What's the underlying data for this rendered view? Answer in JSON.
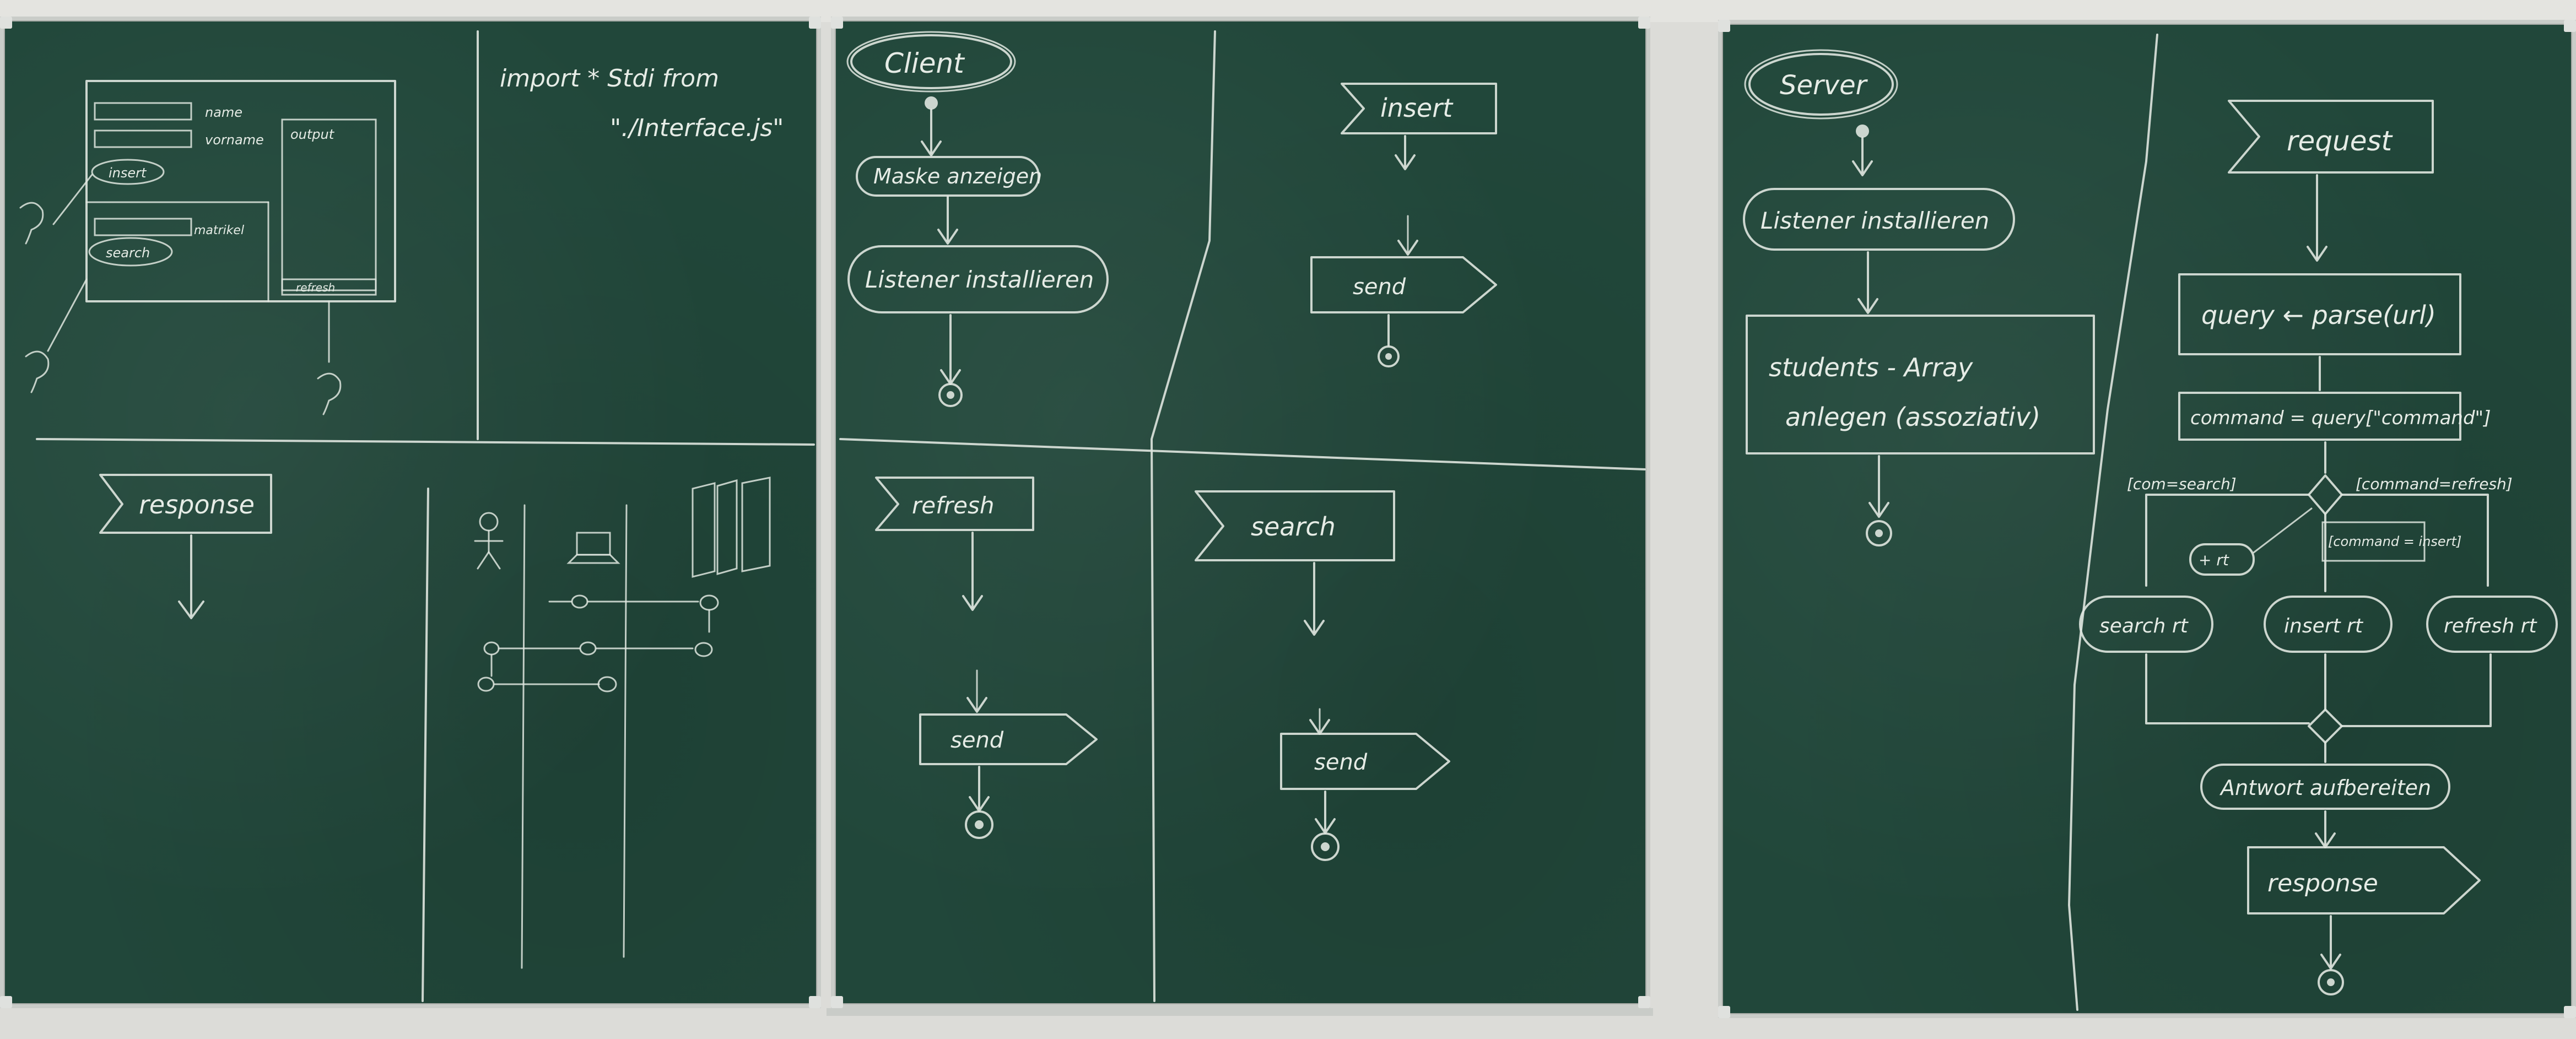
{
  "left_board": {
    "form_labels": [
      "name",
      "vorname",
      "insert",
      "matrikel",
      "search",
      "output",
      "refresh"
    ],
    "import_line1": "import * Stdi from",
    "import_line2": "\"./Interface.js\"",
    "response_label": "response"
  },
  "middle_board": {
    "client_title": "Client",
    "show_mask": "Maske anzeigen",
    "install_listener": "Listener installieren",
    "insert_event": "insert",
    "send_1": "send",
    "refresh_event": "refresh",
    "send_2": "send",
    "search_event": "search",
    "send_3": "send"
  },
  "right_board": {
    "server_title": "Server",
    "install_listener": "Listener installieren",
    "students_array_line1": "students - Array",
    "students_array_line2": "anlegen (assoziativ)",
    "request_event": "request",
    "query_parse": "query ← parse(url)",
    "command_assign": "command = query[\"command\"]",
    "guard_search": "[com=search]",
    "guard_refresh": "[command=refresh]",
    "guard_insert": "[command = insert]",
    "plus_rt": "+ rt",
    "search_action": "search rt",
    "insert_action": "insert rt",
    "refresh_action": "refresh rt",
    "send_answer": "Antwort aufbereiten",
    "response_signal": "response"
  },
  "colors": {
    "board": "#21473a",
    "chalk": "#e6ece6",
    "frame": "#c9ccc8"
  }
}
